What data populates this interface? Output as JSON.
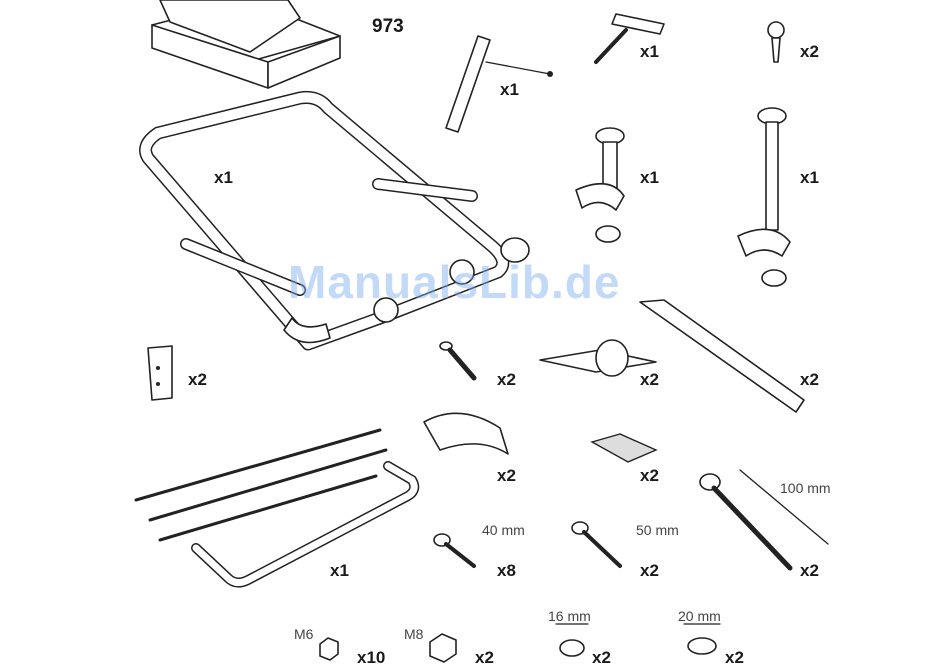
{
  "diagram": {
    "model_number": "973",
    "watermark": "ManualsLib.de",
    "parts": [
      {
        "id": "main-frame",
        "qty": "x1"
      },
      {
        "id": "tube-wrench",
        "qty": "x1"
      },
      {
        "id": "hex-key",
        "qty": "x1"
      },
      {
        "id": "key",
        "qty": "x2"
      },
      {
        "id": "short-frame-clamp",
        "qty": "x1"
      },
      {
        "id": "long-frame-clamp",
        "qty": "x1"
      },
      {
        "id": "bracket",
        "qty": "x2"
      },
      {
        "id": "pin",
        "qty": "x2"
      },
      {
        "id": "wheel-holder",
        "qty": "x2"
      },
      {
        "id": "strap",
        "qty": "x2"
      },
      {
        "id": "saddle-clip",
        "qty": "x2"
      },
      {
        "id": "pad",
        "qty": "x2"
      },
      {
        "id": "lower-frame",
        "qty": "x1"
      },
      {
        "id": "bolt-40",
        "qty": "x8",
        "dimension": "40 mm"
      },
      {
        "id": "bolt-50",
        "qty": "x2",
        "dimension": "50 mm"
      },
      {
        "id": "bolt-100",
        "qty": "x2",
        "dimension": "100 mm"
      },
      {
        "id": "nut-m6",
        "qty": "x10",
        "size": "M6"
      },
      {
        "id": "nut-m8",
        "qty": "x2",
        "size": "M8"
      },
      {
        "id": "washer-16",
        "qty": "x2",
        "dimension": "16 mm"
      },
      {
        "id": "washer-20",
        "qty": "x2",
        "dimension": "20 mm"
      }
    ]
  }
}
